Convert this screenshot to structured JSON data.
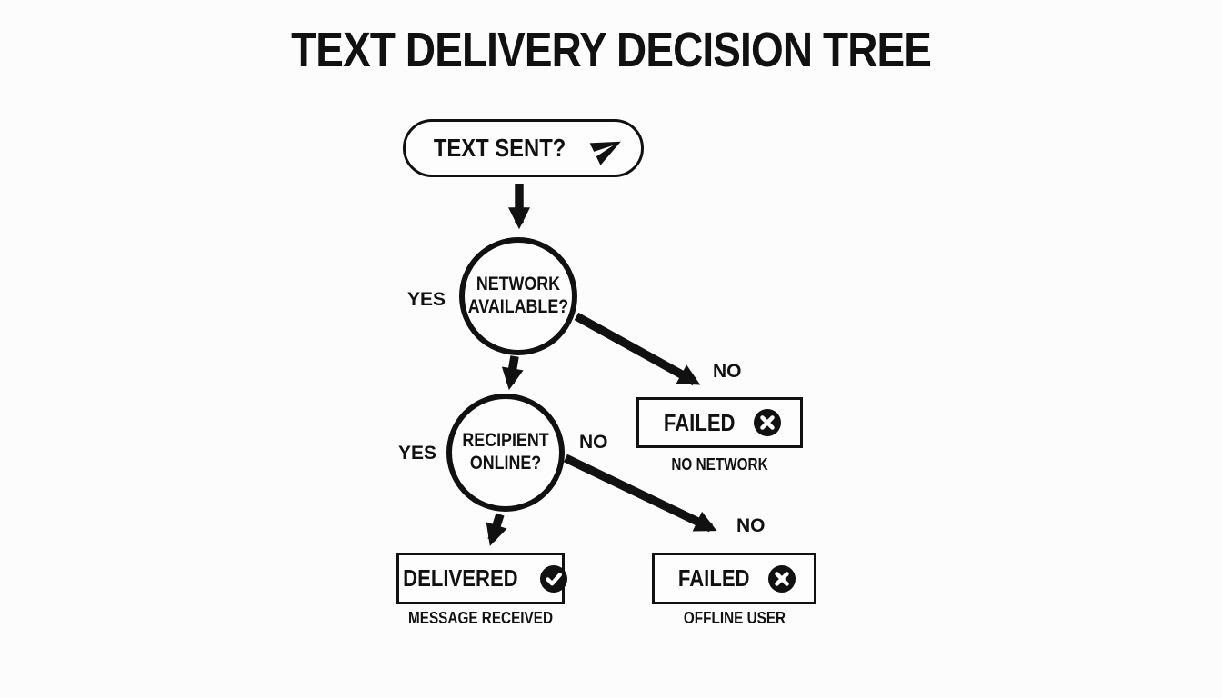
{
  "title": "TEXT DELIVERY DECISION TREE",
  "colors": {
    "ink": "#111111",
    "background": "#fcfcfc"
  },
  "nodes": {
    "start": {
      "label": "TEXT SENT?",
      "icon": "paper-plane-icon"
    },
    "network": {
      "line1": "NETWORK",
      "line2": "AVAILABLE?"
    },
    "recipient": {
      "line1": "RECIPIENT",
      "line2": "ONLINE?"
    },
    "failed_no_network": {
      "label": "FAILED",
      "icon": "x-circle-icon",
      "caption": "NO NETWORK"
    },
    "delivered": {
      "label": "DELIVERED",
      "icon": "check-circle-icon",
      "caption": "MESSAGE RECEIVED"
    },
    "failed_offline": {
      "label": "FAILED",
      "icon": "x-circle-icon",
      "caption": "OFFLINE USER"
    }
  },
  "edge_labels": {
    "network_yes": "YES",
    "network_no": "NO",
    "recipient_yes": "YES",
    "recipient_no_side": "NO",
    "recipient_no_dest": "NO"
  }
}
